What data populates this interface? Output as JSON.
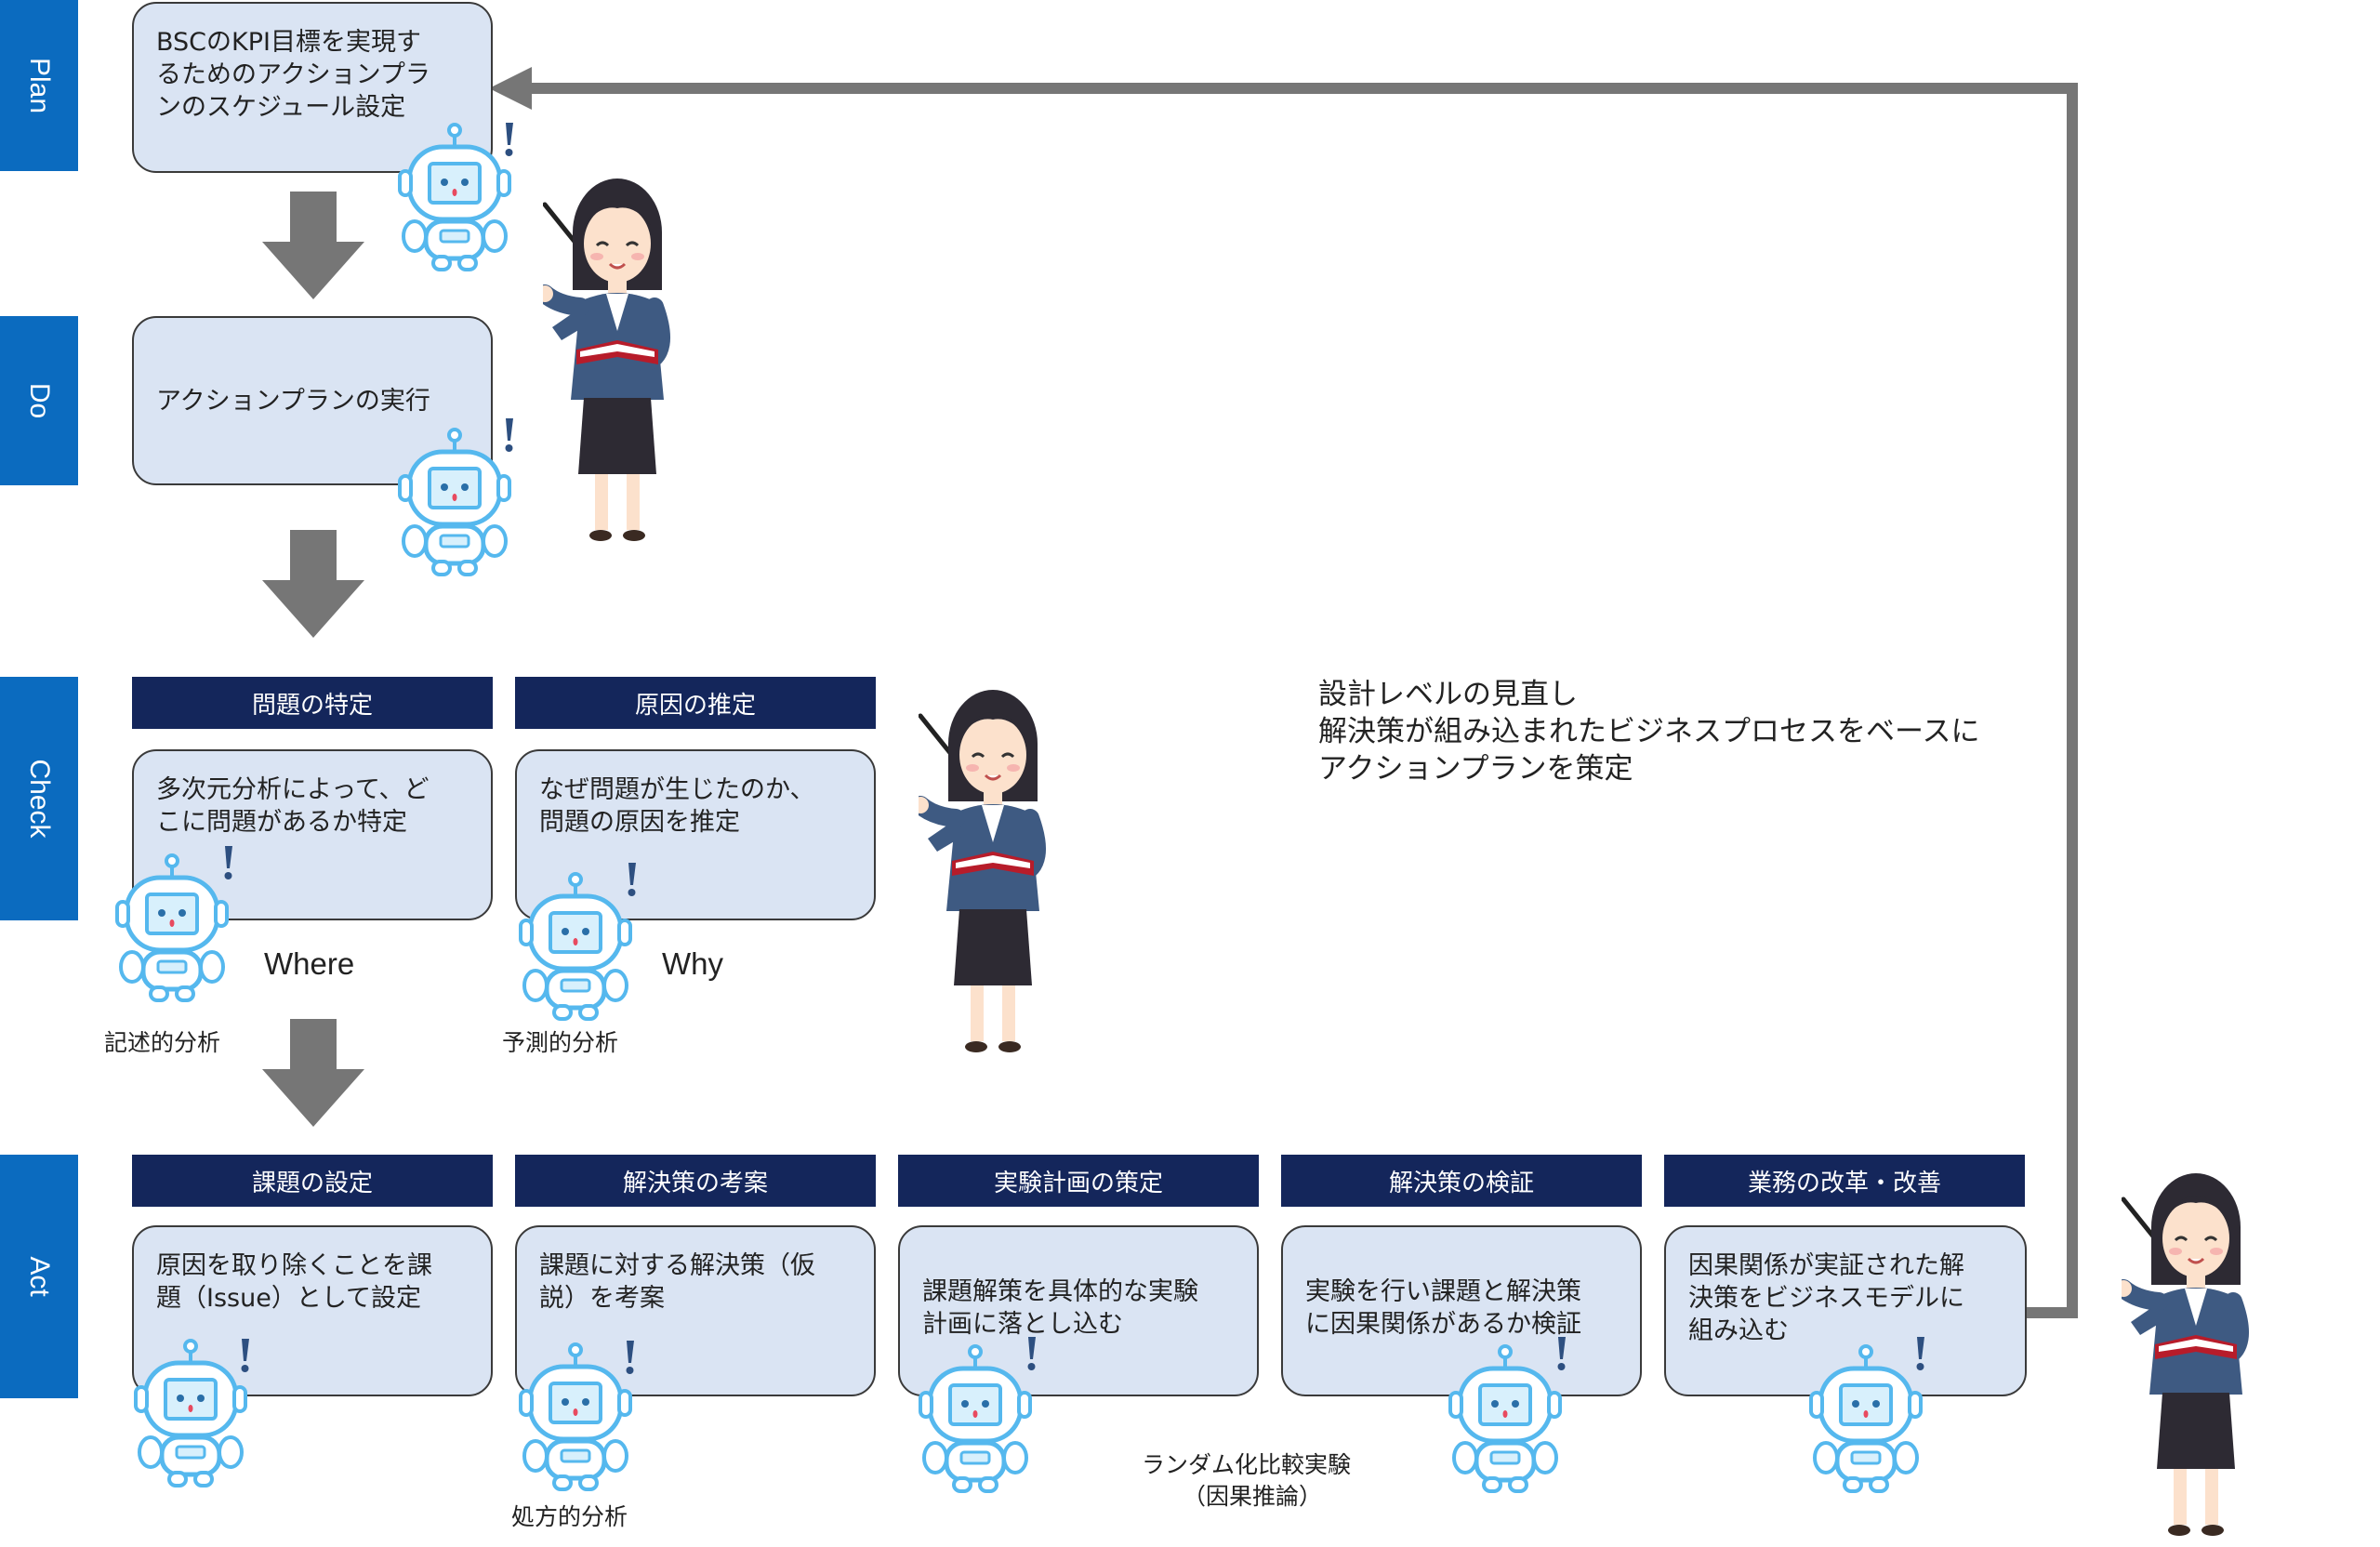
{
  "stages": {
    "plan": "Plan",
    "do": "Do",
    "check": "Check",
    "act": "Act"
  },
  "plan_box": [
    "BSCのKPI目標を実現す",
    "るためのアクションプラ",
    "ンのスケジュール設定"
  ],
  "do_box": "アクションプランの実行",
  "check": {
    "headers": [
      "問題の特定",
      "原因の推定"
    ],
    "boxes": [
      [
        "多次元分析によって、ど",
        "こに問題があるか特定"
      ],
      [
        "なぜ問題が生じたのか、",
        "問題の原因を推定"
      ]
    ],
    "where": "Where",
    "why": "Why",
    "label_descriptive": "記述的分析",
    "label_predictive": "予測的分析"
  },
  "act": {
    "headers": [
      "課題の設定",
      "解決策の考案",
      "実験計画の策定",
      "解決策の検証",
      "業務の改革・改善"
    ],
    "boxes": [
      [
        "原因を取り除くことを課",
        "題（Issue）として設定"
      ],
      [
        "課題に対する解決策（仮",
        "説）を考案"
      ],
      [
        "課題解策を具体的な実験",
        "計画に落とし込む"
      ],
      [
        "実験を行い課題と解決策",
        "に因果関係があるか検証"
      ],
      [
        "因果関係が実証された解",
        "決策をビジネスモデルに",
        "組み込む"
      ]
    ],
    "label_prescriptive": "処方的分析",
    "label_rct_1": "ランダム化比較実験",
    "label_rct_2": "（因果推論）"
  },
  "feedback_note": [
    "設計レベルの見直し",
    "解決策が組み込まれたビジネスプロセスをベースに",
    "アクションプランを策定"
  ],
  "icons": {
    "robot": "robot-icon",
    "teacher": "teacher-with-pointer-icon",
    "arrow": "down-arrow-icon"
  },
  "colors": {
    "stage_tab": "#0b6bbf",
    "header_bar": "#14265b",
    "box_fill": "#dae4f3",
    "arrow_gray": "#767676"
  }
}
